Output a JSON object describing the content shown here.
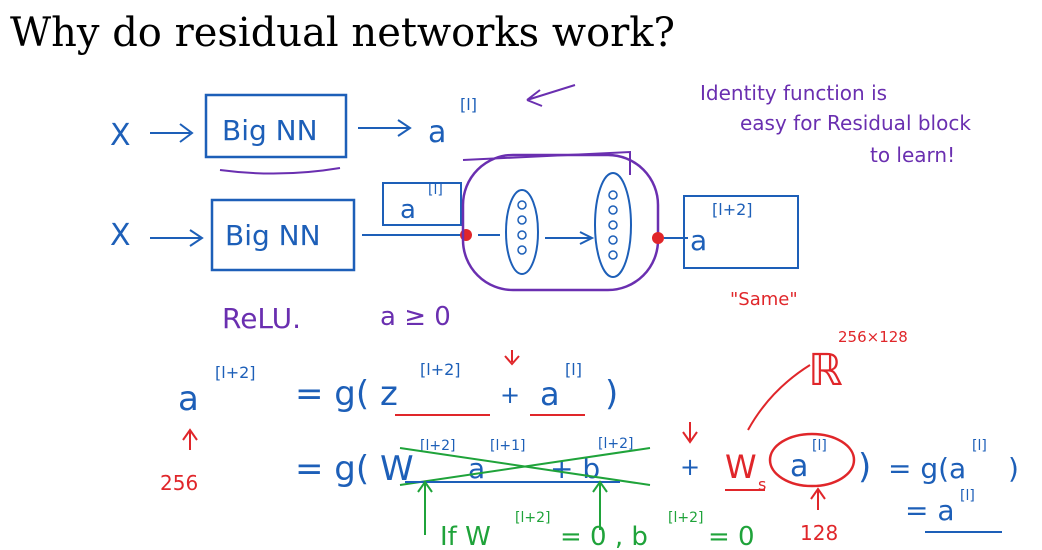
{
  "title": "Why do residual networks work?",
  "row1": {
    "x": "X",
    "box": "Big NN",
    "out": "a",
    "out_sup": "[l]"
  },
  "row2": {
    "x": "X",
    "box": "Big NN",
    "a": "a",
    "a_sup": "[l]",
    "out": "a",
    "out_sup": "[l+2]"
  },
  "note": {
    "line1": "Identity function is",
    "line2": "easy for Residual block",
    "line3": "to learn!"
  },
  "same": "\"Same\"",
  "relu": "ReLU.",
  "a_geq": "a ≥ 0",
  "eq": {
    "lhs": "a",
    "lhs_sup": "[l+2]",
    "line1": "= g( z",
    "z_sup": "[l+2]",
    "plus": "+",
    "a2": "a",
    "a2_sup": "[l]",
    "close": ")",
    "line2": "= g( W",
    "w_sup": "[l+2]",
    "a3": "a",
    "a3_sup": "[l+1]",
    "b": "+ b",
    "b_sup": "[l+2]",
    "plus2": "+",
    "ws": "W",
    "ws_sub": "s",
    "a4": "a",
    "a4_sup": "[l]",
    "close2": ")",
    "g_out": "= g(a",
    "g_out_sup": "[l]",
    "g_close": ")",
    "final": "= a",
    "final_sup": "[l]"
  },
  "r": "ℝ",
  "r_sup": "256×128",
  "n256": "256",
  "n128": "128",
  "cond": {
    "text": "If W",
    "sup": "[l+2]",
    "rest": "= 0 ,  b",
    "sup2": "[l+2]",
    "end": "= 0"
  },
  "colors": {
    "blue": "#1d5fb8",
    "purple": "#6a2fb0",
    "red": "#e0262a",
    "green": "#1fa33a"
  }
}
